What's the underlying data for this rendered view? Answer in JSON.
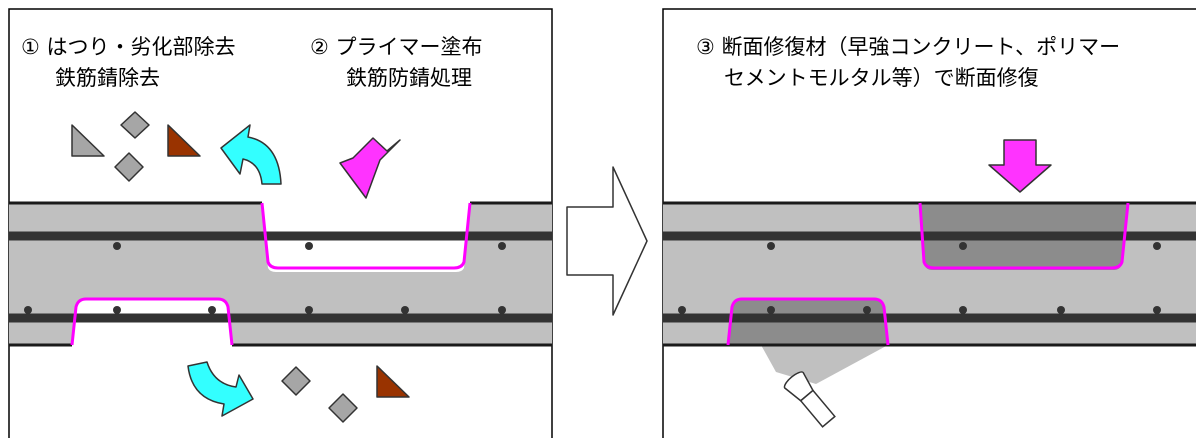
{
  "left_panel": {
    "step1": {
      "line1": "① はつり・劣化部除去",
      "line2": "鉄筋錆除去"
    },
    "step2": {
      "line1": "② プライマー塗布",
      "line2": "鉄筋防錆処理"
    }
  },
  "right_panel": {
    "step3": {
      "line1": "③ 断面修復材（早強コンクリート、ポリマー",
      "line2": "セメントモルタル等）で断面修復"
    }
  },
  "colors": {
    "concrete": "#c0c0c0",
    "rebar": "#333333",
    "primer_outline": "#ff00ff",
    "primer_arrow": "#ff33ff",
    "repair_fill": "#8c8c8c",
    "debris_gray": "#a6a6a6",
    "debris_rust": "#993300",
    "removal_arrow": "#33ffff"
  },
  "icons": {
    "process_arrow": "hollow-right-arrow",
    "light": "flashlight-icon"
  }
}
